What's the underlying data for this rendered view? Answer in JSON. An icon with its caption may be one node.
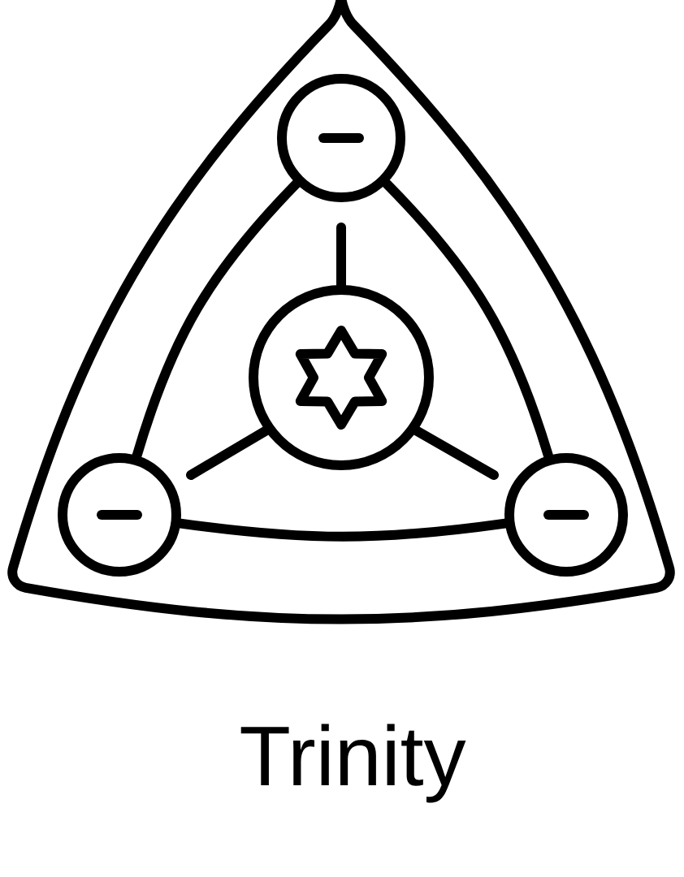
{
  "diagram": {
    "caption": "Trinity",
    "nodes": [
      {
        "text": [],
        "shape": "triangle"
      },
      {
        "text": [],
        "shape": "circle",
        "in": 0
      },
      {
        "text": [],
        "shape": "circle",
        "in": 0
      },
      {
        "text": [],
        "shape": "circle",
        "in": 0
      },
      {
        "text": [],
        "shape": "circle",
        "in": 0
      }
    ],
    "edges": [
      {
        "from": 1,
        "to": 2,
        "arrow": "none"
      },
      {
        "from": 1,
        "to": 3,
        "arrow": "none"
      },
      {
        "from": 2,
        "to": 3,
        "arrow": "none"
      }
    ]
  }
}
